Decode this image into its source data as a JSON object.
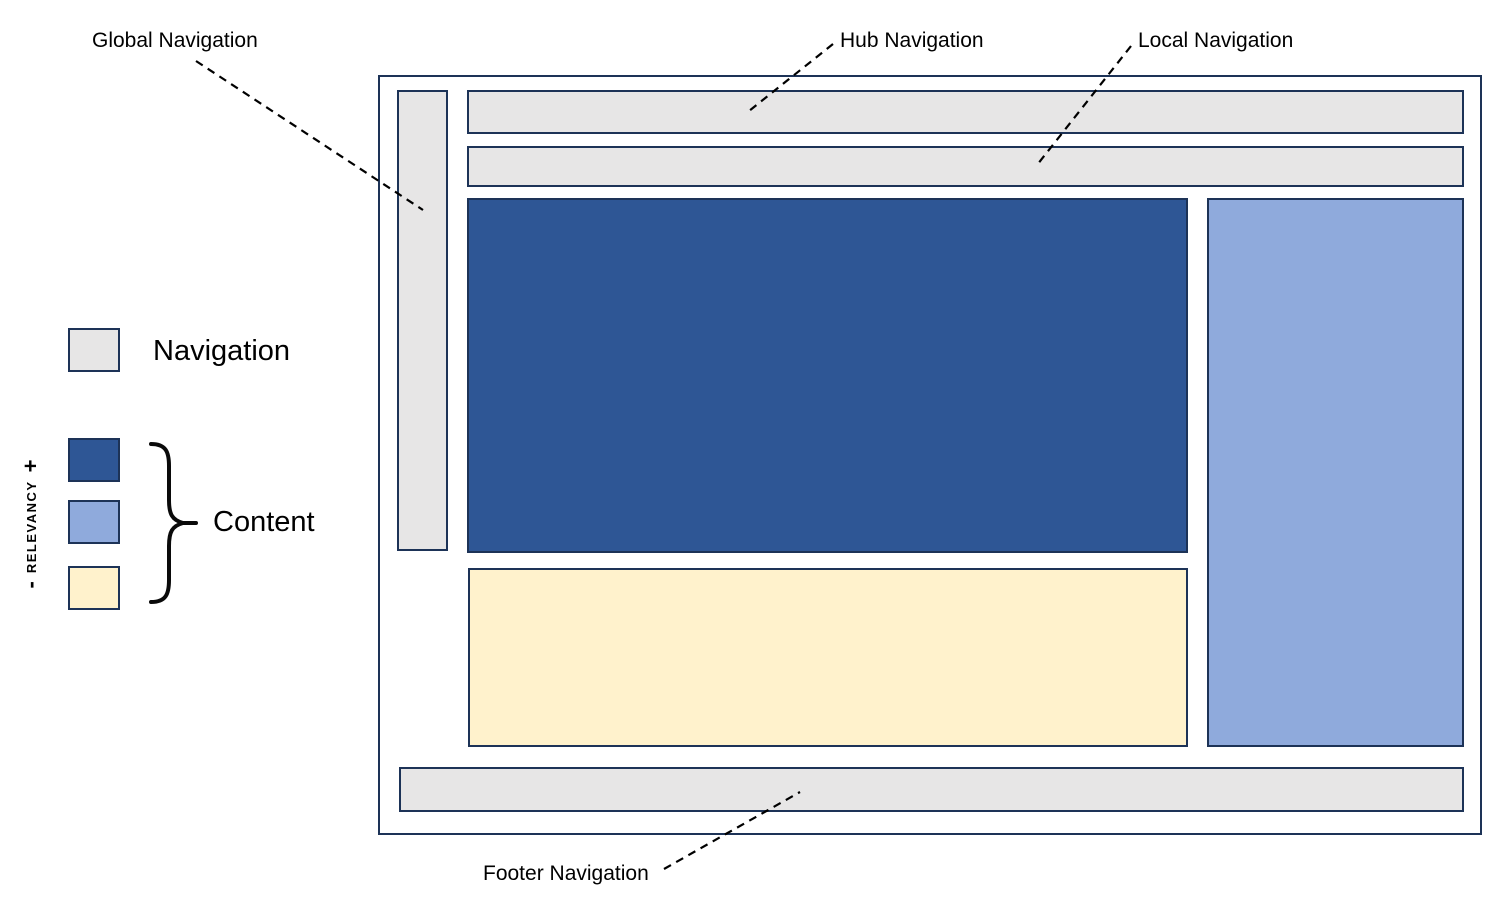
{
  "diagram": {
    "type": "website-navigation-wireframe",
    "callouts": {
      "global": "Global Navigation",
      "hub": "Hub Navigation",
      "local": "Local Navigation",
      "footer": "Footer Navigation"
    },
    "legend": {
      "navigation": {
        "label": "Navigation",
        "swatch_color": "#e7e6e6"
      },
      "content": {
        "label": "Content",
        "swatch_colors": [
          "#2e5695",
          "#8faadc",
          "#fff2cc"
        ]
      },
      "relevancy": {
        "label": "RELEVANCY",
        "plus": "+",
        "minus": "-"
      }
    },
    "colors": {
      "border": "#1d3357",
      "navigation_fill": "#e7e6e6",
      "content_high_relevancy": "#2e5695",
      "content_medium_relevancy": "#8faadc",
      "content_low_relevancy": "#fff2cc",
      "callout_line": "#000000"
    }
  }
}
